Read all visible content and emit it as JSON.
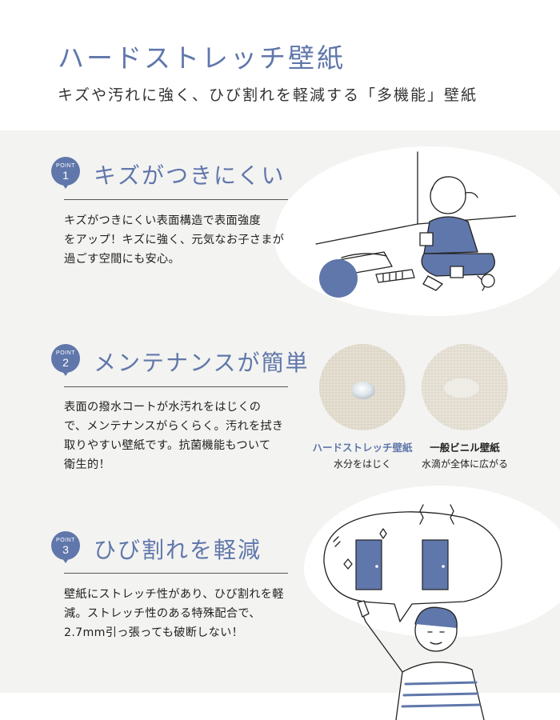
{
  "header": {
    "title": "ハードストレッチ壁紙",
    "subtitle": "キズや汚れに強く、ひび割れを軽減する「多機能」壁紙"
  },
  "colors": {
    "accent": "#6077ab",
    "panel_bg": "#f3f3f1",
    "text": "#222222"
  },
  "points": [
    {
      "badge_word": "POINT",
      "badge_number": "1",
      "title": "キズがつきにくい",
      "lines": [
        "キズがつきにくい表面構造で表面強度",
        "をアップ！キズに強く、元気なお子さまが",
        "過ごす空間にも安心。"
      ]
    },
    {
      "badge_word": "POINT",
      "badge_number": "2",
      "title": "メンテナンスが簡単",
      "lines": [
        "表面の撥水コートが水汚れをはじくの",
        "で、メンテナンスがらくらく。汚れを拭き",
        "取りやすい壁紙です。抗菌機能もついて",
        "衛生的！"
      ]
    },
    {
      "badge_word": "POINT",
      "badge_number": "3",
      "title": "ひび割れを軽減",
      "lines": [
        "壁紙にストレッチ性があり、ひび割れを軽",
        "減。ストレッチ性のある特殊配合で、",
        "2.7mm引っ張っても破断しない！"
      ]
    }
  ],
  "comparison": [
    {
      "label": "ハードストレッチ壁紙",
      "caption": "水分をはじく",
      "style": "accent"
    },
    {
      "label": "一般ビニル壁紙",
      "caption": "水滴が全体に広がる",
      "style": "dark"
    }
  ]
}
